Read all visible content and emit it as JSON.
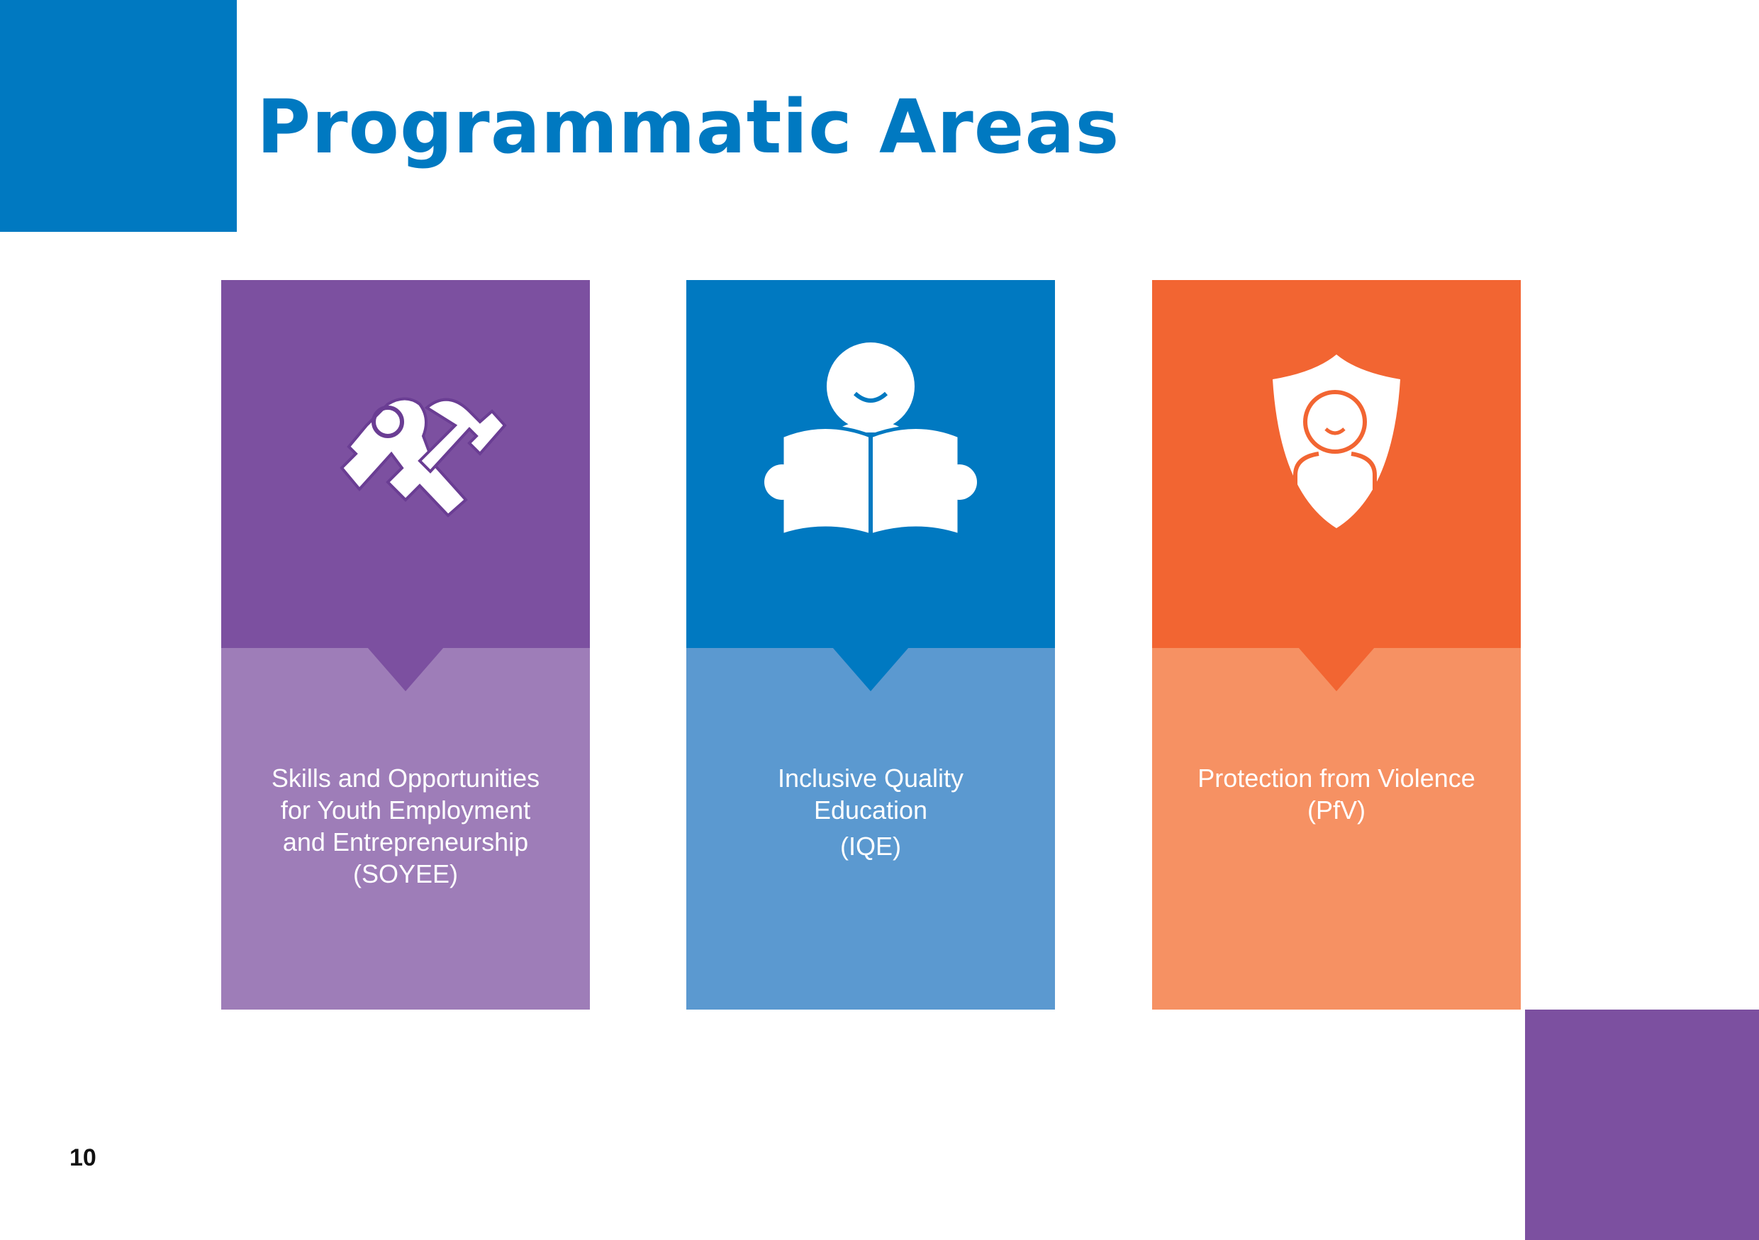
{
  "title": "Programmatic Areas",
  "page_number": "10",
  "colors": {
    "blue": "#0079c1",
    "purple": "#7c50a0",
    "orange": "#f26532"
  },
  "cards": [
    {
      "icon": "tools-icon",
      "lines": [
        "Skills and Opportunities",
        "for Youth Employment",
        "and Entrepreneurship"
      ],
      "abbr": "(SOYEE)",
      "top_color": "#7c50a0",
      "bottom_color": "#9e7db8"
    },
    {
      "icon": "reading-book-icon",
      "lines": [
        "Inclusive Quality",
        "Education"
      ],
      "abbr": "(IQE)",
      "top_color": "#0079c1",
      "bottom_color": "#5b99d0"
    },
    {
      "icon": "shield-person-icon",
      "lines": [
        "Protection from Violence"
      ],
      "abbr": "(PfV)",
      "top_color": "#f26532",
      "bottom_color": "#f69163"
    }
  ]
}
